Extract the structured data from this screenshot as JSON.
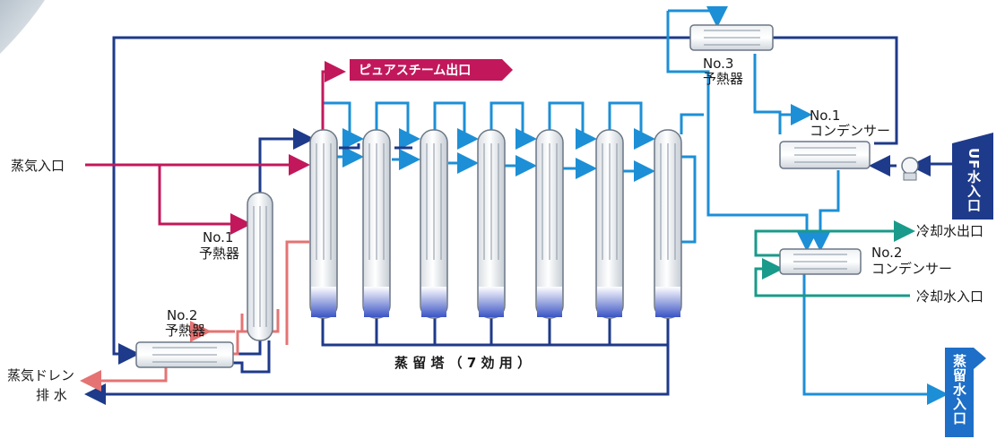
{
  "colors": {
    "steam": "#c2185b",
    "drain": "#e57373",
    "feed_water": "#1e3a8a",
    "process_water": "#1d8fd6",
    "cooling_water": "#1a9a8a"
  },
  "labels": {
    "steam_inlet": "蒸気入口",
    "pure_steam_outlet": "ピュアスチーム出口",
    "steam_drain": "蒸気ドレン",
    "drain_water": "排 水",
    "column_caption": "蒸 留 塔 （ 7 効 用 ）",
    "preheater1_no": "No.1",
    "preheater1_name": "予熱器",
    "preheater2_no": "No.2",
    "preheater2_name": "予熱器",
    "preheater3_no": "No.3",
    "preheater3_name": "予熱器",
    "condenser1_no": "No.1",
    "condenser1_name": "コンデンサー",
    "condenser2_no": "No.2",
    "condenser2_name": "コンデンサー",
    "cooling_water_out": "冷却水出口",
    "cooling_water_in": "冷却水入口",
    "uf_water_inlet": "UF水入口",
    "distilled_water_inlet": "蒸留水入口"
  },
  "diagram": {
    "column_count": 7,
    "icons": [
      "pump-icon",
      "column-icon",
      "heat-exchanger-icon",
      "arrow-icon"
    ]
  }
}
